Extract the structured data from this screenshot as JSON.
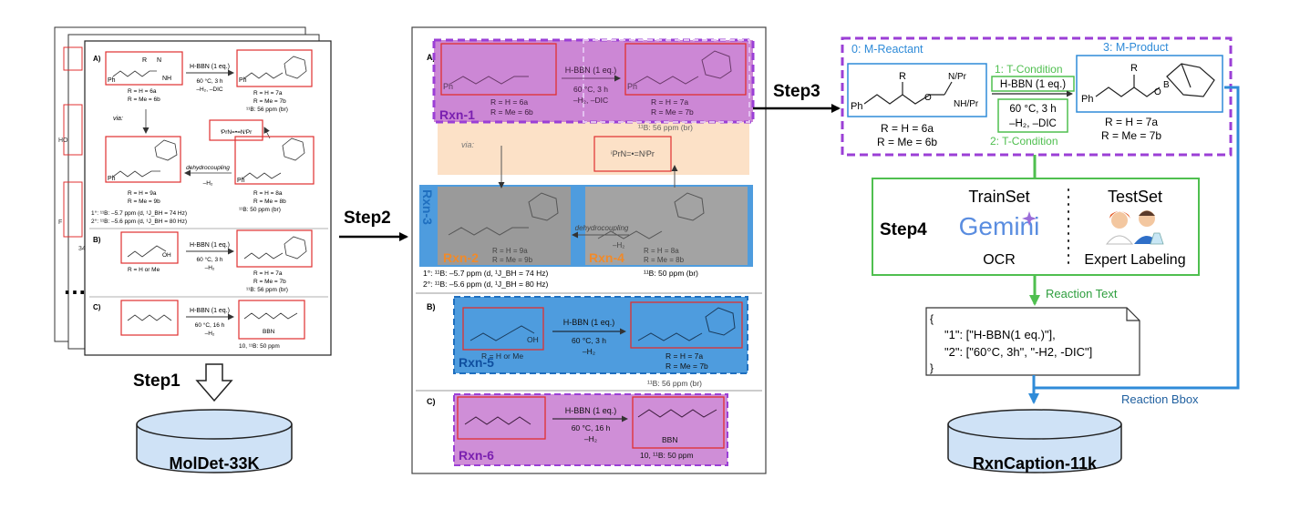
{
  "steps": {
    "step1": "Step1",
    "step2": "Step2",
    "step3": "Step3",
    "step4": "Step4"
  },
  "databases": {
    "moldet": "MolDet-33K",
    "rxncaption": "RxnCaption-11k"
  },
  "page": {
    "section_a": "A)",
    "section_b": "B)",
    "section_c": "C)",
    "hbbn_1eq": "H-BBN (1 eq.)",
    "cond_60_3h": "60 °C, 3 h",
    "cond_60_16h": "60 °C, 16 h",
    "h2_dic": "–H₂, –DIC",
    "h2": "–H₂",
    "via": "via:",
    "dehydrocoupling": "dehydrocoupling",
    "r_h_6a": "R = H = 6a",
    "r_me_6b": "R = Me = 6b",
    "r_h_7a": "R = H = 7a",
    "r_me_7b": "R = Me = 7b",
    "r_h_9a": "R = H = 9a",
    "r_me_9b": "R = Me = 9b",
    "r_h_8a": "R = H = 8a",
    "r_me_8b": "R = Me = 8b",
    "r_h_or_me": "R = H or Me",
    "b56": "¹¹B: 56 ppm (br)",
    "b50": "¹¹B: 50 ppm (br)",
    "b10": "10, ¹¹B: 50 ppm",
    "one_deg": "1°: ¹¹B: –5.7 ppm (d, ¹J_BH = 74 Hz)",
    "two_deg": "2°: ¹¹B: –5.6 ppm (d, ¹J_BH = 80 Hz)",
    "ph": "Ph",
    "pr_azo": "ⁱPrN=•=NⁱPr",
    "bbn": "BBN",
    "page_no": "34"
  },
  "rxn_labels": [
    "Rxn-1",
    "Rxn-2",
    "Rxn-3",
    "Rxn-4",
    "Rxn-5",
    "Rxn-6"
  ],
  "step3_box": {
    "reactant_label": "0: M-Reactant",
    "product_label": "3: M-Product",
    "t_cond1": "1: T-Condition",
    "t_cond2": "2: T-Condition",
    "hbbn": "H-BBN (1 eq.)",
    "cond": "60 °C, 3 h",
    "h2dic": "–H₂, –DIC",
    "r_h_6a": "R = H = 6a",
    "r_me_6b": "R = Me = 6b",
    "r_h_7a": "R = H = 7a",
    "r_me_7b": "R = Me = 7b"
  },
  "step4_box": {
    "trainset": "TrainSet",
    "testset": "TestSet",
    "gemini": "Gemini",
    "ocr": "OCR",
    "expert": "Expert Labeling"
  },
  "arrows": {
    "reaction_text": "Reaction Text",
    "reaction_bbox": "Reaction Bbox"
  },
  "json_doc": {
    "open": "{",
    "line1": "\"1\": [\"H-BBN(1 eq.)\"],",
    "line2": "\"2\": [\"60°C, 3h\", \"-H2, -DIC\"]",
    "close": "}"
  },
  "dots": "…",
  "colors": {
    "purple": "#9b3fd6",
    "blue": "#2f8bd8",
    "orange": "#f0a860",
    "green": "#4fbf4f",
    "red": "#e03030",
    "db_fill": "#cfe2f6"
  }
}
